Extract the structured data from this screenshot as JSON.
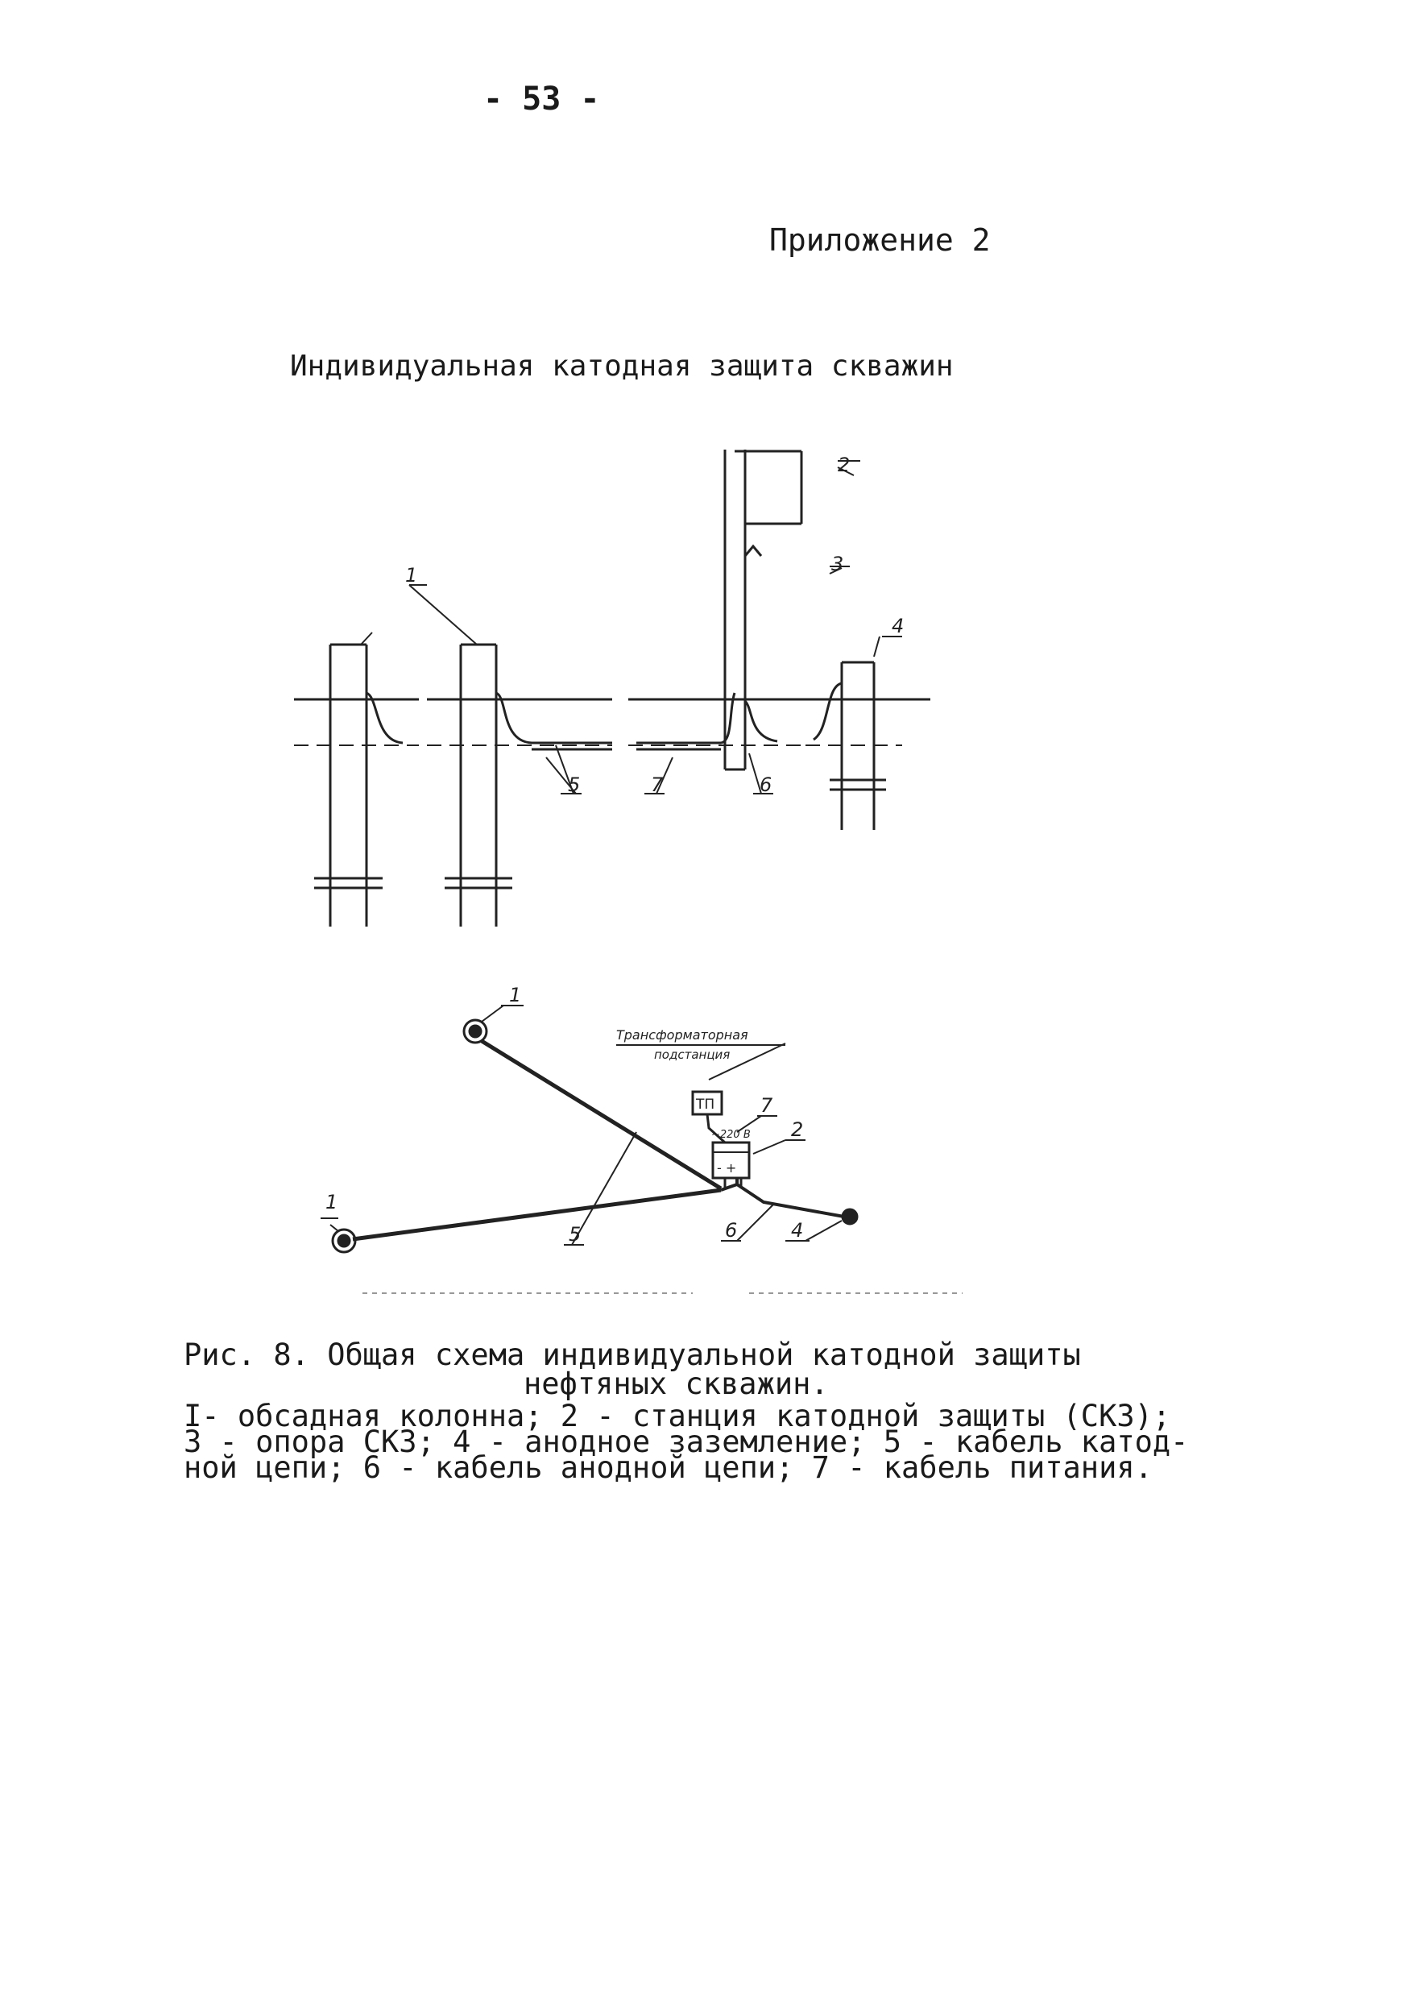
{
  "header": {
    "page_number": "- 53 -",
    "appendix": "Приложение 2",
    "title": "Индивидуальная катодная защита скважин"
  },
  "figure": {
    "labels": {
      "casing": "1",
      "station": "2",
      "support": "3",
      "anode": "4",
      "cathode_cable": "5",
      "anode_cable": "6",
      "power_cable": "7"
    },
    "transformer_label_line1": "Трансформаторная",
    "transformer_label_line2": "подстанция",
    "tp": "ТП",
    "voltage": "~220 В",
    "polarity": "- +"
  },
  "caption": {
    "line1": "Рис. 8. Общая схема индивидуальной катодной защиты",
    "line2": "нефтяных скважин.",
    "line3": "I- обсадная колонна; 2 - станция катодной защиты (СКЗ);",
    "line4": "3 - опора СКЗ; 4 - анодное заземление; 5 - кабель катод-",
    "line5": "ной цепи; 6 - кабель анодной цепи; 7 - кабель питания."
  }
}
